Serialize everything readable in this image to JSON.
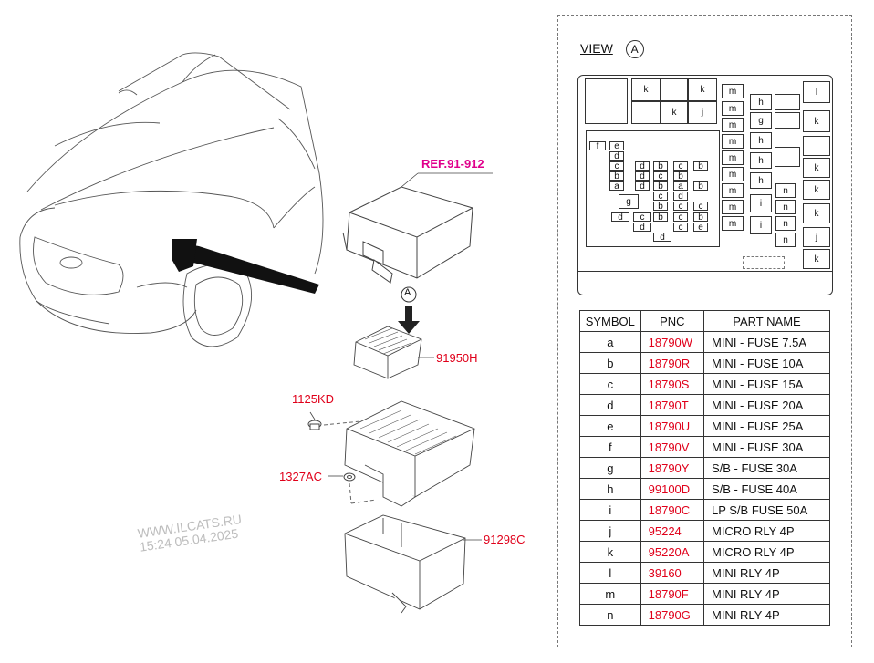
{
  "view_title": "VIEW",
  "view_marker": "A",
  "ref_label": "REF.91-912",
  "arrow_marker": "A",
  "callouts": {
    "relay_box": "91950H",
    "bolt": "1125KD",
    "nut": "1327AC",
    "lower_cover": "91298C"
  },
  "watermark": {
    "line1": "WWW.ILCATS.RU",
    "line2": "15:24 05.04.2025"
  },
  "fuse_layout": {
    "relays_left": [
      "k",
      "k",
      "k",
      "j"
    ],
    "relays_right": [
      "l",
      "k",
      "k",
      "k",
      "k",
      "j",
      "k"
    ],
    "col_m": [
      "m",
      "m",
      "m",
      "m",
      "m",
      "m",
      "m",
      "m",
      "m"
    ],
    "col_hg": [
      "h",
      "g",
      "h",
      "h",
      "h",
      "i",
      "i"
    ],
    "col_n": [
      "n",
      "n",
      "n",
      "n"
    ],
    "mini_fuses": [
      "f",
      "e",
      "d",
      "c",
      "d",
      "b",
      "c",
      "b",
      "b",
      "d",
      "c",
      "b",
      "b",
      "a",
      "d",
      "b",
      "a",
      "b",
      "d",
      "c",
      "g",
      "b",
      "c",
      "c",
      "d",
      "c",
      "b",
      "c",
      "b",
      "d",
      "c",
      "e",
      "d"
    ]
  },
  "table": {
    "headers": [
      "SYMBOL",
      "PNC",
      "PART NAME"
    ],
    "rows": [
      [
        "a",
        "18790W",
        "MINI - FUSE 7.5A"
      ],
      [
        "b",
        "18790R",
        "MINI - FUSE 10A"
      ],
      [
        "c",
        "18790S",
        "MINI - FUSE 15A"
      ],
      [
        "d",
        "18790T",
        "MINI - FUSE 20A"
      ],
      [
        "e",
        "18790U",
        "MINI - FUSE 25A"
      ],
      [
        "f",
        "18790V",
        "MINI - FUSE 30A"
      ],
      [
        "g",
        "18790Y",
        "S/B - FUSE 30A"
      ],
      [
        "h",
        "99100D",
        "S/B - FUSE 40A"
      ],
      [
        "i",
        "18790C",
        "LP S/B  FUSE 50A"
      ],
      [
        "j",
        "95224",
        "MICRO RLY 4P"
      ],
      [
        "k",
        "95220A",
        "MICRO RLY 4P"
      ],
      [
        "l",
        "39160",
        "MINI RLY 4P"
      ],
      [
        "m",
        "18790F",
        "MINI RLY 4P"
      ],
      [
        "n",
        "18790G",
        "MINI RLY 4P"
      ]
    ]
  }
}
